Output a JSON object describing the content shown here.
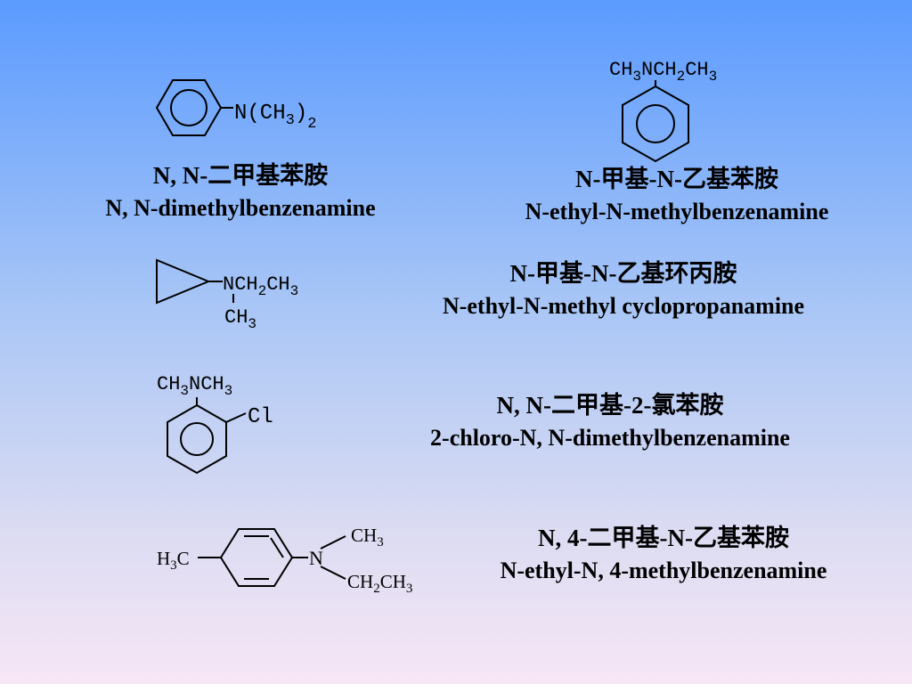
{
  "compounds": [
    {
      "zh": "N, N-二甲基苯胺",
      "en": "N, N-dimethylbenzenamine",
      "structure": {
        "n_group": "N(CH",
        "sub3": "3",
        "close": ")",
        "sub2": "2"
      }
    },
    {
      "zh": "N-甲基-N-乙基苯胺",
      "en": "N-ethyl-N-methylbenzenamine",
      "structure": {
        "ch": "CH",
        "sub3a": "3",
        "nch": "NCH",
        "sub2": "2",
        "ch2": "CH",
        "sub3b": "3"
      }
    },
    {
      "zh": "N-甲基-N-乙基环丙胺",
      "en": "N-ethyl-N-methyl cyclopropanamine",
      "structure": {
        "nch": "NCH",
        "sub2": "2",
        "ch": "CH",
        "sub3a": "3",
        "ch_lower": "CH",
        "sub3b": "3"
      }
    },
    {
      "zh": "N, N-二甲基-2-氯苯胺",
      "en": "2-chloro-N, N-dimethylbenzenamine",
      "structure": {
        "ch": "CH",
        "sub3a": "3",
        "nch": "NCH",
        "sub3b": "3",
        "cl": "Cl"
      }
    },
    {
      "zh": "N, 4-二甲基-N-乙基苯胺",
      "en": "N-ethyl-N, 4-methylbenzenamine",
      "structure": {
        "h": "H",
        "sub3a": "3",
        "c": "C",
        "n": "N",
        "ch_upper": "CH",
        "sub3b": "3",
        "ch_lower": "CH",
        "sub2": "2",
        "ch_end": "CH",
        "sub3c": "3"
      }
    }
  ]
}
